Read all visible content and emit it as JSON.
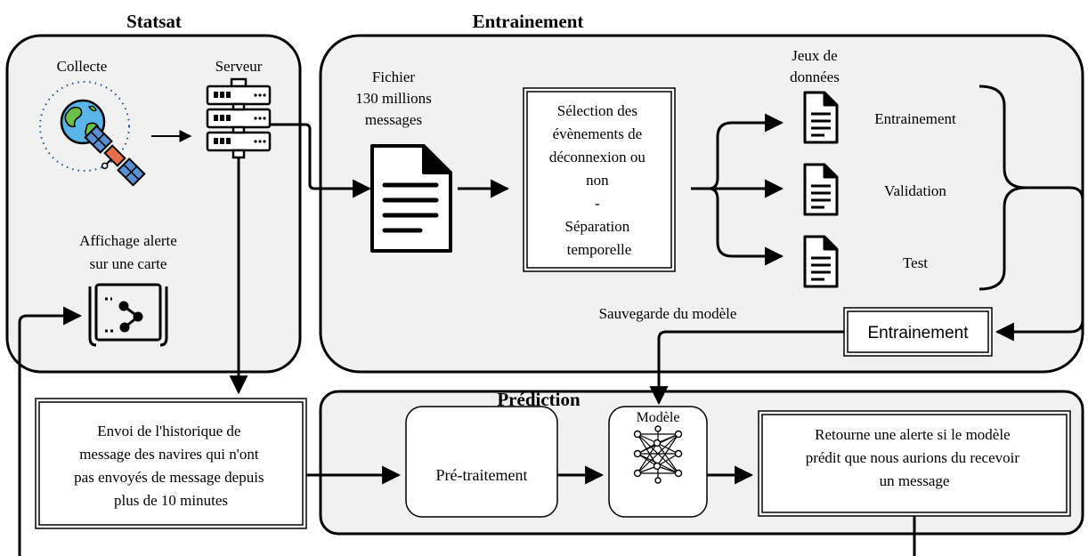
{
  "groups": {
    "statsat": "Statsat",
    "entrainement": "Entrainement",
    "prediction": "Prédiction"
  },
  "statsat": {
    "collecte": "Collecte",
    "serveur": "Serveur",
    "affichage_line1": "Affichage alerte",
    "affichage_line2": "sur une carte"
  },
  "entrainement": {
    "fichier_line1": "Fichier",
    "fichier_line2": "130 millions",
    "fichier_line3": "messages",
    "selection_lines": [
      "Sélection des",
      "évènements de",
      "déconnexion ou",
      "non",
      "-",
      "Séparation",
      "temporelle"
    ],
    "jeux_line1": "Jeux de",
    "jeux_line2": "données",
    "datasets": [
      "Entrainement",
      "Validation",
      "Test"
    ],
    "train_box": "Entrainement",
    "save_label": "Sauvegarde du modèle"
  },
  "prediction": {
    "envoi_lines": [
      "Envoi de l'historique de",
      "message des navires qui n'ont",
      "pas envoyés de message depuis",
      "plus de 10 minutes"
    ],
    "pretraitement": "Pré-traitement",
    "modele": "Modèle",
    "alerte_lines": [
      "Retourne une alerte si le modèle",
      "prédit que nous aurions du recevoir",
      "un message"
    ]
  }
}
